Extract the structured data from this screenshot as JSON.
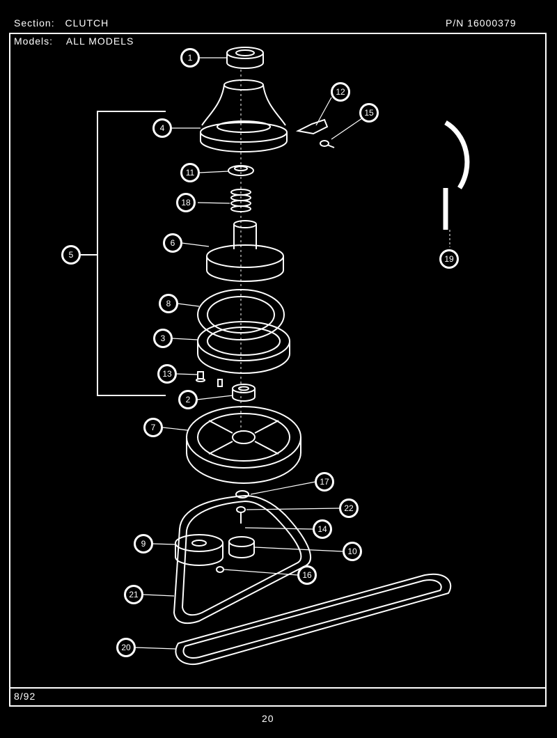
{
  "header": {
    "section_label": "Section:",
    "section_value": "CLUTCH",
    "models_label": "Models:",
    "models_value": "ALL MODELS",
    "part_number": "P/N 16000379"
  },
  "footer": {
    "date": "8/92",
    "page_number": "20"
  },
  "callouts": [
    "1",
    "2",
    "3",
    "4",
    "5",
    "6",
    "7",
    "8",
    "9",
    "10",
    "11",
    "12",
    "13",
    "14",
    "15",
    "16",
    "17",
    "18",
    "19",
    "20",
    "21",
    "22"
  ]
}
